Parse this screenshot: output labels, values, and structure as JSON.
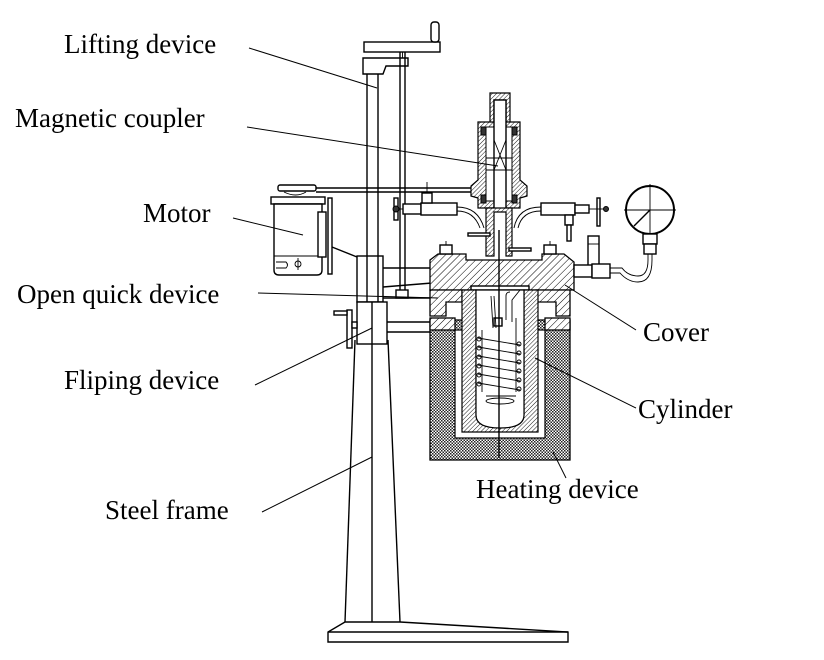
{
  "figure": {
    "subject": "Reactor apparatus schematic (autoclave with stand)",
    "labels": {
      "lifting_device": "Lifting device",
      "magnetic_coupler": "Magnetic coupler",
      "motor": "Motor",
      "open_quick_device": "Open quick device",
      "fliping_device": "Fliping device",
      "steel_frame": "Steel frame",
      "cover": "Cover",
      "cylinder": "Cylinder",
      "heating_device": "Heating device"
    },
    "colors": {
      "line": "#000000",
      "background": "#ffffff"
    }
  }
}
